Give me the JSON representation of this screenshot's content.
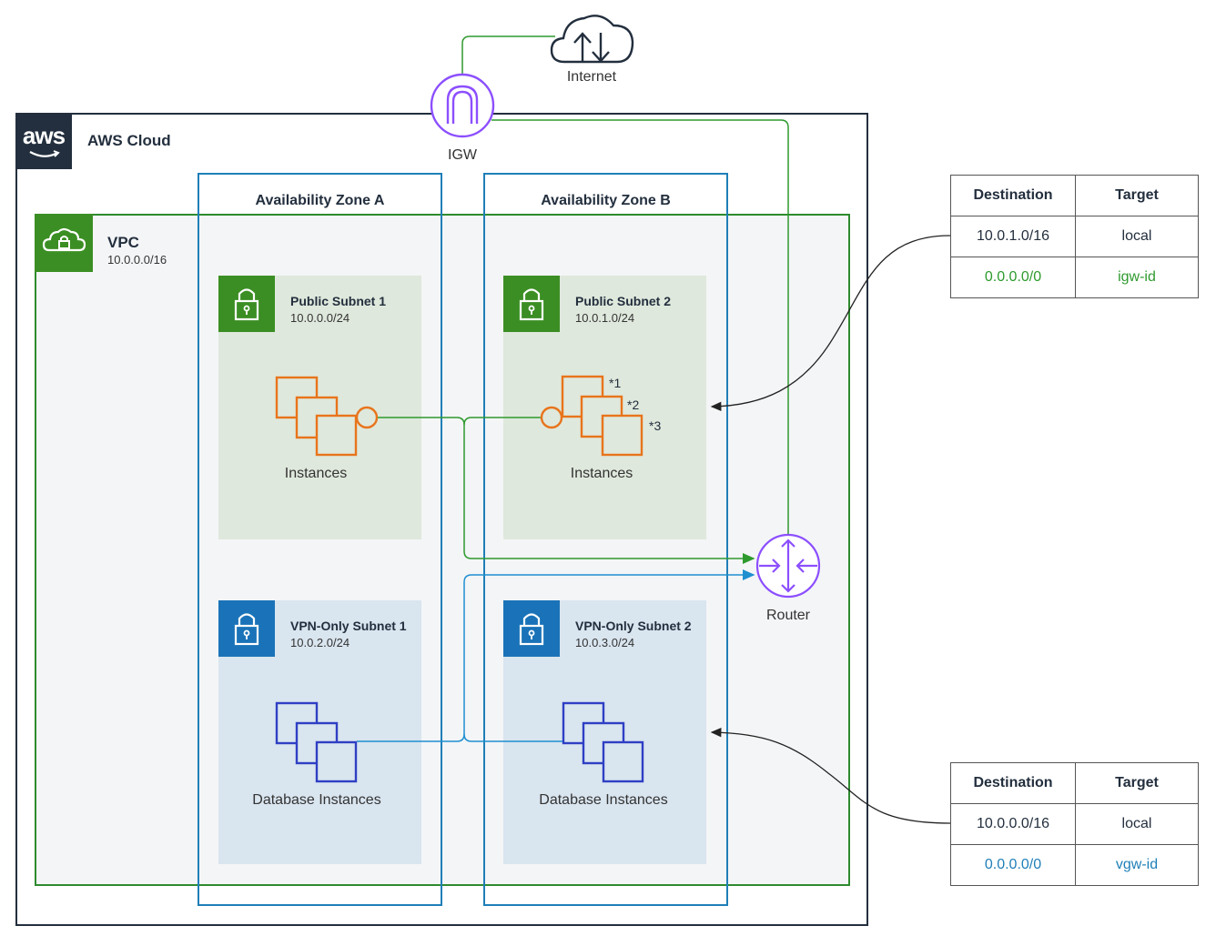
{
  "internet": {
    "label": "Internet",
    "icon": "internet-cloud-icon"
  },
  "igw": {
    "label": "IGW",
    "icon": "internet-gateway-icon"
  },
  "aws_cloud": {
    "logo_text": "aws",
    "title": "AWS Cloud"
  },
  "vpc": {
    "title": "VPC",
    "cidr": "10.0.0.0/16"
  },
  "zones": [
    {
      "title": "Availability Zone A"
    },
    {
      "title": "Availability Zone B"
    }
  ],
  "subnets": {
    "public_1": {
      "name": "Public Subnet 1",
      "cidr": "10.0.0.0/24",
      "content_label": "Instances"
    },
    "public_2": {
      "name": "Public Subnet 2",
      "cidr": "10.0.1.0/24",
      "content_label": "Instances",
      "markers": [
        "*1",
        "*2",
        "*3"
      ]
    },
    "vpn_1": {
      "name": "VPN-Only Subnet 1",
      "cidr": "10.0.2.0/24",
      "content_label": "Database Instances"
    },
    "vpn_2": {
      "name": "VPN-Only Subnet 2",
      "cidr": "10.0.3.0/24",
      "content_label": "Database Instances"
    }
  },
  "router": {
    "label": "Router"
  },
  "route_table_public": {
    "headers": [
      "Destination",
      "Target"
    ],
    "rows": [
      {
        "destination": "10.0.1.0/16",
        "target": "local"
      },
      {
        "destination": "0.0.0.0/0",
        "target": "igw-id"
      }
    ]
  },
  "route_table_vpn": {
    "headers": [
      "Destination",
      "Target"
    ],
    "rows": [
      {
        "destination": "10.0.0.0/16",
        "target": "local"
      },
      {
        "destination": "0.0.0.0/0",
        "target": "vgw-id"
      }
    ]
  },
  "colors": {
    "aws_dark": "#232f3e",
    "vpc_green": "#3b8e23",
    "az_blue": "#1f7fb8",
    "ec2_orange": "#e8741b",
    "db_blue": "#2f3fc4",
    "gateway_purple": "#8c4fff",
    "internet_route_green": "#2e9a2e",
    "vpn_route_blue": "#1f8fd0"
  }
}
